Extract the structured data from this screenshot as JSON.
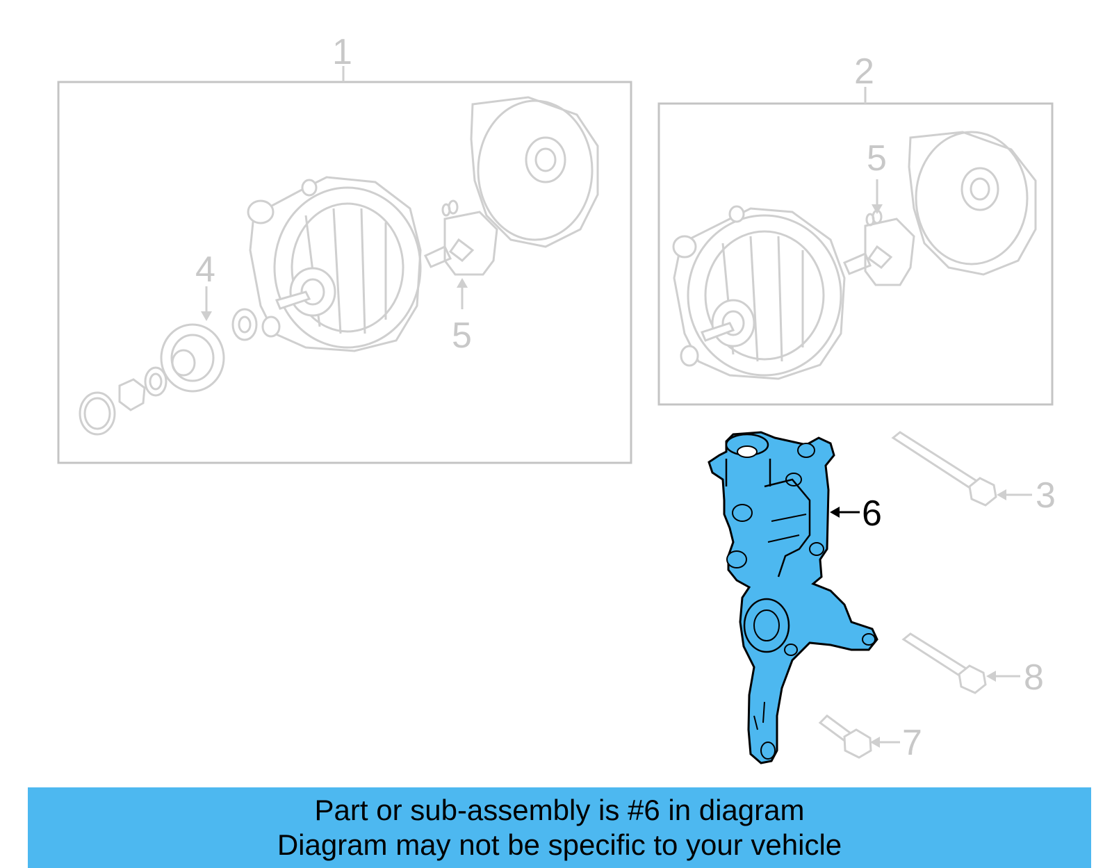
{
  "colors": {
    "highlight": "#4db8f0",
    "banner_bg": "#4db8f0",
    "ghost_lines": "#cfcfcf",
    "box_border": "#c4c4c4"
  },
  "callouts": {
    "c1": "1",
    "c2": "2",
    "c3": "3",
    "c4": "4",
    "c5a": "5",
    "c5b": "5",
    "c6": "6",
    "c7": "7",
    "c8": "8"
  },
  "highlighted_part": "6",
  "banner": {
    "line1": "Part or sub-assembly is #6 in diagram",
    "line2": "Diagram may not be specific to your vehicle"
  }
}
